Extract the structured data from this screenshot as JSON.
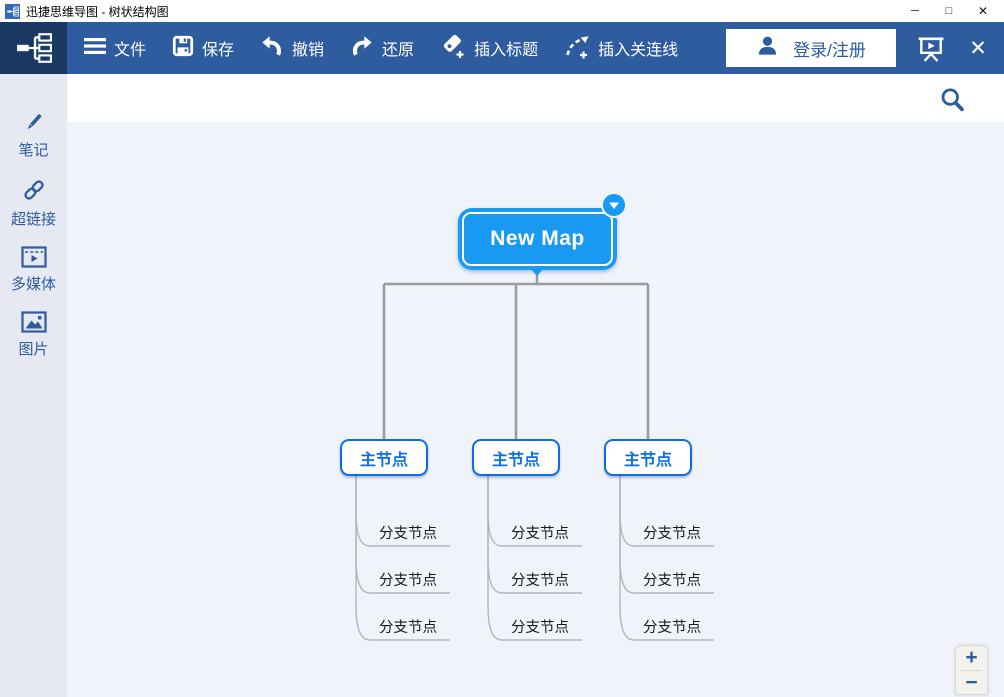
{
  "window": {
    "title": "迅捷思维导图 - 树状结构图",
    "minimize_glyph": "─",
    "maximize_glyph": "□",
    "close_glyph": "✕"
  },
  "toolbar": {
    "file": "文件",
    "save": "保存",
    "undo": "撤销",
    "redo": "还原",
    "insert_title": "插入标题",
    "insert_relation": "插入关连线",
    "login": "登录/注册",
    "close_glyph": "✕"
  },
  "sidebar": {
    "items": [
      {
        "label": "笔记"
      },
      {
        "label": "超链接"
      },
      {
        "label": "多媒体"
      },
      {
        "label": "图片"
      }
    ]
  },
  "canvas": {
    "root": {
      "label": "New Map"
    },
    "main_nodes": [
      {
        "label": "主节点",
        "branches": [
          {
            "label": "分支节点"
          },
          {
            "label": "分支节点"
          },
          {
            "label": "分支节点"
          }
        ]
      },
      {
        "label": "主节点",
        "branches": [
          {
            "label": "分支节点"
          },
          {
            "label": "分支节点"
          },
          {
            "label": "分支节点"
          }
        ]
      },
      {
        "label": "主节点",
        "branches": [
          {
            "label": "分支节点"
          },
          {
            "label": "分支节点"
          },
          {
            "label": "分支节点"
          }
        ]
      }
    ]
  },
  "zoom_control": {
    "zoom_in_glyph": "+",
    "zoom_out_glyph": "−"
  },
  "colors": {
    "toolbar_blue": "#2e5c9e",
    "logo_navy": "#1a3a63",
    "accent_blue": "#2d5d9e",
    "root_node_blue": "#189af3",
    "main_node_border_blue": "#0b6fe4",
    "canvas_bg": "#f0f3fa",
    "sidebar_bg": "#e6e9f1",
    "connector_gray": "#9c9c9c"
  }
}
